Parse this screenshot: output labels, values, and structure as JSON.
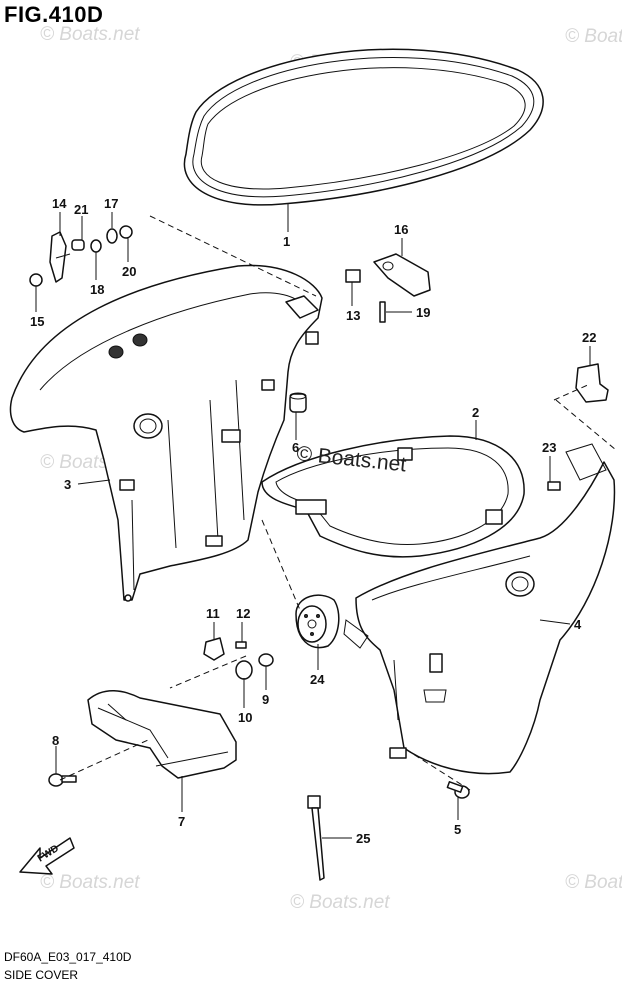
{
  "figure": {
    "title": "FIG.410D",
    "code": "DF60A_E03_017_410D",
    "name": "SIDE COVER"
  },
  "watermark": {
    "text": "© Boats.net",
    "center_text": "© Boats.net"
  },
  "fwd_label": "FWD",
  "callouts": [
    "1",
    "2",
    "3",
    "4",
    "5",
    "6",
    "7",
    "8",
    "9",
    "10",
    "11",
    "12",
    "13",
    "14",
    "15",
    "16",
    "17",
    "18",
    "19",
    "20",
    "21",
    "22",
    "23",
    "24",
    "25"
  ]
}
